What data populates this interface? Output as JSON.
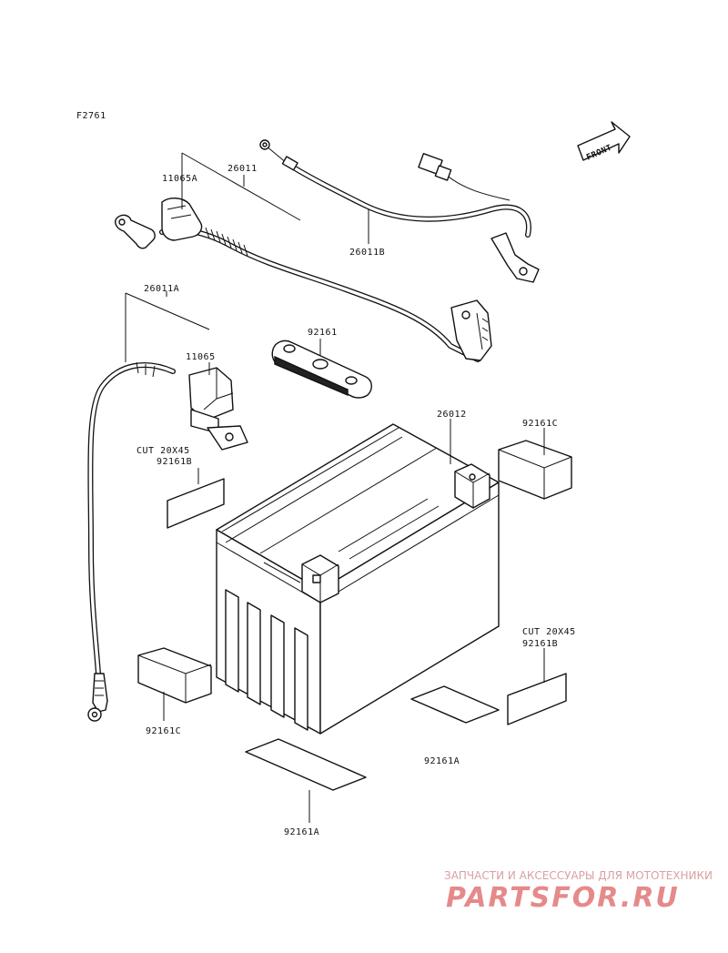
{
  "figure_code": "F2761",
  "front_label": "FRONT",
  "labels": {
    "p11065A": "11065A",
    "p26011": "26011",
    "p26011B": "26011B",
    "p26011A": "26011A",
    "p11065": "11065",
    "p92161": "92161",
    "p26012": "26012",
    "p92161C_top": "92161C",
    "cut_left": "CUT 20X45",
    "p92161B_left": "92161B",
    "cut_right": "CUT 20X45",
    "p92161B_right": "92161B",
    "p92161C_bottom": "92161C",
    "p92161A_mid": "92161A",
    "p92161A_bottom": "92161A"
  },
  "watermark": {
    "tagline": "ЗАПЧАСТИ И АКСЕССУАРЫ ДЛЯ МОТОТЕХНИКИ",
    "brand": "PARTSFOR.RU"
  },
  "colors": {
    "line": "#111111",
    "watermark": "#e58a8a"
  }
}
